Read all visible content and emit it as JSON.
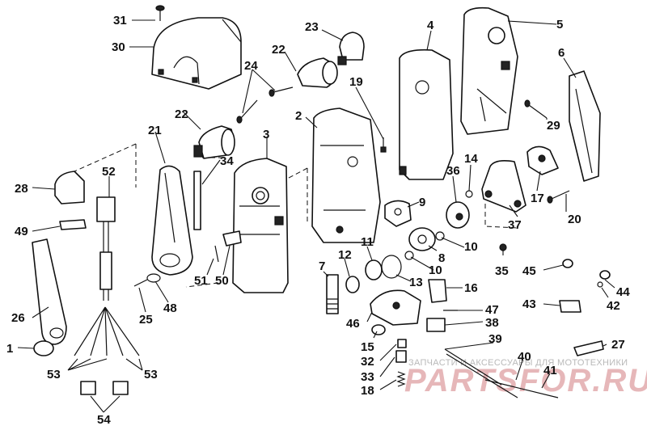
{
  "labels": [
    "1",
    "2",
    "3",
    "4",
    "5",
    "6",
    "7",
    "8",
    "9",
    "10",
    "11",
    "12",
    "13",
    "14",
    "15",
    "16",
    "17",
    "18",
    "19",
    "20",
    "21",
    "22",
    "23",
    "24",
    "25",
    "26",
    "27",
    "28",
    "29",
    "30",
    "31",
    "32",
    "33",
    "34",
    "35",
    "36",
    "37",
    "38",
    "39",
    "40",
    "41",
    "42",
    "43",
    "44",
    "45",
    "46",
    "47",
    "48",
    "49",
    "50",
    "51",
    "52",
    "53",
    "54"
  ],
  "watermark": {
    "text": "ЗАПЧАСТИ И АКСЕССУАРЫ ДЛЯ МОТОТЕХНИКИ",
    "logo": "PARTSFOR.RU"
  }
}
